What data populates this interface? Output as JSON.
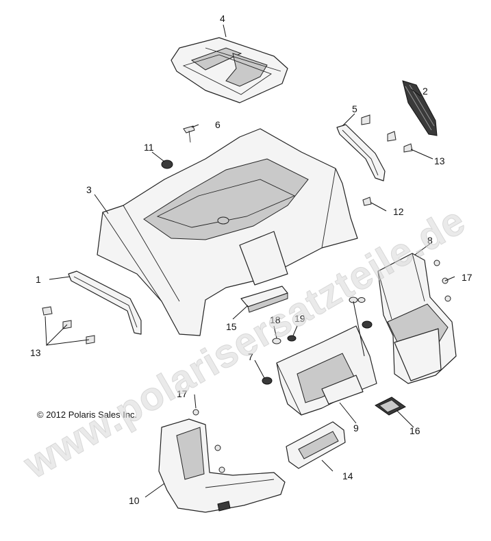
{
  "watermark": "www.polarisersatzteile.de",
  "copyright": "© 2012 Polaris Sales Inc.",
  "callouts": [
    "1",
    "2",
    "3",
    "4",
    "5",
    "6",
    "7",
    "8",
    "9",
    "10",
    "11",
    "12",
    "13",
    "13",
    "14",
    "15",
    "16",
    "17",
    "17",
    "18",
    "19"
  ]
}
